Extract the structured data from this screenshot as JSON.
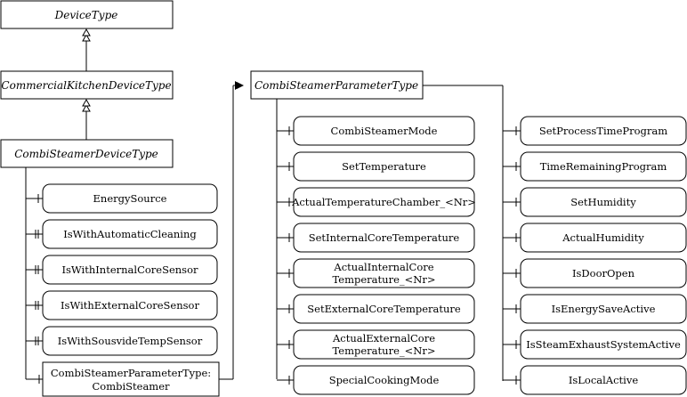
{
  "types": {
    "device_type": "DeviceType",
    "commercial_kitchen_device_type": "CommercialKitchenDeviceType",
    "combi_steamer_device_type": "CombiSteamerDeviceType",
    "combi_steamer_parameter_type": "CombiSteamerParameterType"
  },
  "device_properties": [
    "EnergySource",
    "IsWithAutomaticCleaning",
    "IsWithInternalCoreSensor",
    "IsWithExternalCoreSensor",
    "IsWithSousvideTempSensor"
  ],
  "parameter_reference": {
    "line1": "CombiSteamerParameterType:",
    "line2": "CombiSteamer"
  },
  "parameter_column_1": [
    [
      "CombiSteamerMode"
    ],
    [
      "SetTemperature"
    ],
    [
      "ActualTemperatureChamber_<Nr>"
    ],
    [
      "SetInternalCoreTemperature"
    ],
    [
      "ActualInternalCore",
      "Temperature_<Nr>"
    ],
    [
      "SetExternalCoreTemperature"
    ],
    [
      "ActualExternalCore",
      "Temperature_<Nr>"
    ],
    [
      "SpecialCookingMode"
    ]
  ],
  "parameter_column_2": [
    "SetProcessTimeProgram",
    "TimeRemainingProgram",
    "SetHumidity",
    "ActualHumidity",
    "IsDoorOpen",
    "IsEnergySaveActive",
    "IsSteamExhaustSystemActive",
    "IsLocalActive"
  ]
}
